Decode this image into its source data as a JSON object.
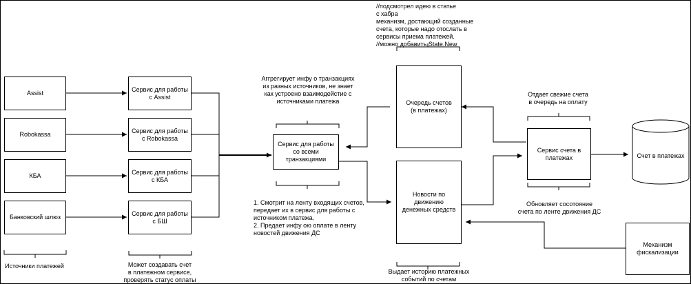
{
  "sources": [
    {
      "label": "Assist"
    },
    {
      "label": "Robokassa"
    },
    {
      "label": "КБА"
    },
    {
      "label": "Банковский шлюз"
    }
  ],
  "source_services": [
    {
      "label": "Сервис для работы\nс Assist"
    },
    {
      "label": "Сервис для работы\nс Robokassa"
    },
    {
      "label": "Сервис для работы\nс КБА"
    },
    {
      "label": "Сервис для работы\nс БШ"
    }
  ],
  "aggregator": {
    "label": "Сервис для работы\nсо всеми\nтранзакциями"
  },
  "queue": {
    "label": "Очередь счетов\n(в платежах)"
  },
  "news": {
    "label": "Новости по\nдвижению\nденежных средств"
  },
  "account_service": {
    "label": "Сервис счета в\nплатежах"
  },
  "database": {
    "label": "Счет в платежах"
  },
  "fiscal": {
    "label": "Механизм\nфискализации"
  },
  "notes": {
    "sources_caption": "Источники платежей",
    "services_caption": "Может создавать счет\nв платежном сервисе,\nпроверять статус оплаты",
    "aggregator_top": "Аггрегирует инфу о транзакциях\nиз разных источников, не знает\nкак устроено взаимодейстие с\nисточниками платежа",
    "aggregator_bottom": "1. Смотрит на ленту входящих счетов,\nпередает их в сервис для работы с\nисточником платежа.\n2. Предает инфу ою оплате в ленту\nновостей движения ДС",
    "queue_top": "//подсмотрел идею в статье\nс хабра\nмеханизм, достающий созданные\n счета, которые надо отослать в\nсервисы приема платежей.\n//можно добавить State.New",
    "news_bottom": "Выдает историю платежных\nсобытий по счетам",
    "account_top": "Отдает свежие счета\nв очередь на оплату",
    "account_bottom": "Обновляет сосотояние\nсчета по ленте движения ДС"
  }
}
